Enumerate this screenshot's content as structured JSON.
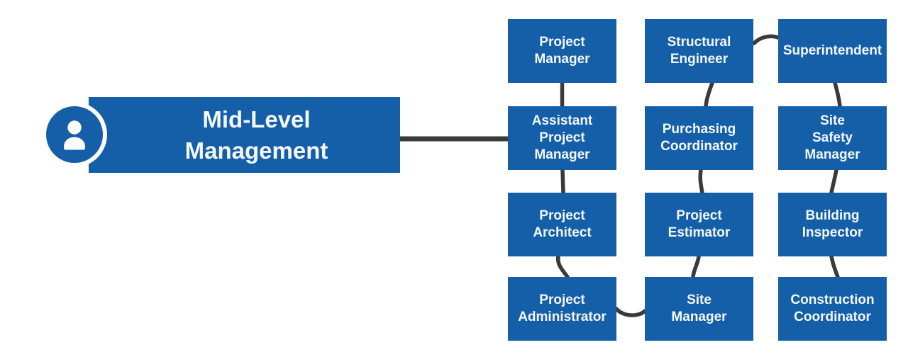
{
  "hero": {
    "label": "Mid-Level\nManagement",
    "icon": "person-icon"
  },
  "grid": {
    "columns": [
      {
        "nodes": [
          "Project\nManager",
          "Assistant\nProject\nManager",
          "Project\nArchitect",
          "Project\nAdministrator"
        ]
      },
      {
        "nodes": [
          "Structural\nEngineer",
          "Purchasing\nCoordinator",
          "Project\nEstimator",
          "Site\nManager"
        ]
      },
      {
        "nodes": [
          "Superintendent",
          "Site\nSafety\nManager",
          "Building\nInspector",
          "Construction\nCoordinator"
        ]
      }
    ]
  },
  "connections": [
    "Mid-Level Management - Assistant Project Manager",
    "Project Manager - Assistant Project Manager",
    "Assistant Project Manager - Project Architect",
    "Project Architect - Project Administrator",
    "Project Administrator - Site Manager",
    "Site Manager - Project Estimator",
    "Project Estimator - Purchasing Coordinator",
    "Purchasing Coordinator - Structural Engineer",
    "Structural Engineer - Superintendent",
    "Superintendent - Site Safety Manager",
    "Site Safety Manager - Building Inspector",
    "Building Inspector - Construction Coordinator"
  ],
  "colors": {
    "primary_blue": "#155FA9",
    "connector_gray": "#3A3A3A",
    "label_text": "#F4F8FC"
  }
}
